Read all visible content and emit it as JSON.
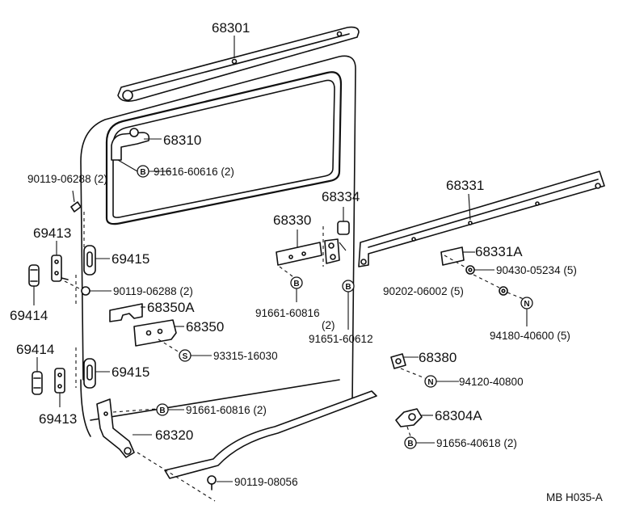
{
  "diagram": {
    "code": "MB H035-A",
    "symbols": {
      "bolt": "B",
      "screw": "S",
      "nut": "N"
    },
    "labels": {
      "p68301": "68301",
      "p68310": "68310",
      "p90119_06288_top": "90119-06288 (2)",
      "p91616_60616": "91616-60616 (2)",
      "p69413_top": "69413",
      "p69415_top": "69415",
      "p69414_top": "69414",
      "p90119_06288_mid": "90119-06288 (2)",
      "p68350A": "68350A",
      "p68350": "68350",
      "p93315_16030": "93315-16030",
      "p69414_bot": "69414",
      "p69415_bot": "69415",
      "p69413_bot": "69413",
      "p68330": "68330",
      "p68334": "68334",
      "p91661_60816_top": "91661-60816",
      "p91661_60816_top_qty": "(2)",
      "p91651_60612": "91651-60612",
      "p68331": "68331",
      "p68331A": "68331A",
      "p90430_05234": "90430-05234 (5)",
      "p90202_06002": "90202-06002 (5)",
      "p94180_40600": "94180-40600 (5)",
      "p68380": "68380",
      "p94120_40800": "94120-40800",
      "p91661_60816_bot": "91661-60816 (2)",
      "p68320": "68320",
      "p68304A": "68304A",
      "p91656_40618": "91656-40618 (2)",
      "p90119_08056": "90119-08056"
    }
  }
}
